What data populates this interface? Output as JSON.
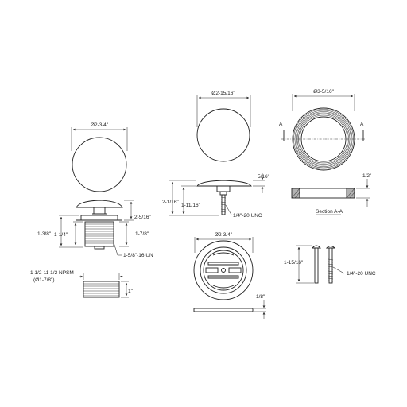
{
  "labels": {
    "d1": "Ø2-3/4\"",
    "d2": "Ø2-15/16\"",
    "d3": "Ø3-5/16\"",
    "secA_left": "A",
    "secA_right": "A",
    "h_2_5_16": "2-5/16\"",
    "h_1_3_8": "1-3/8\"",
    "h_1_1_4": "1-1/4\"",
    "h_1_7_8": "1-7/8\"",
    "thread_main": "1-5/8\"-16 UN",
    "stopper_5_16": "5/16\"",
    "stopper_2_1_16": "2-1/16\"",
    "stopper_1_11_16": "1-11/16\"",
    "stopper_thread": "1/4\"-20 UNC",
    "ring_1_2": "1/2\"",
    "section_title": "Section A-A",
    "npsm_line1": "1 1/2-11 1/2 NPSM",
    "npsm_line2": "(Ø1-7/8\")",
    "adapter_1": "1\"",
    "strainer_d": "Ø2-3/4\"",
    "strainer_1_8": "1/8\"",
    "bolt_1_15_16": "1-15/16\"",
    "bolt_thread": "1/4\"-20 UNC"
  }
}
